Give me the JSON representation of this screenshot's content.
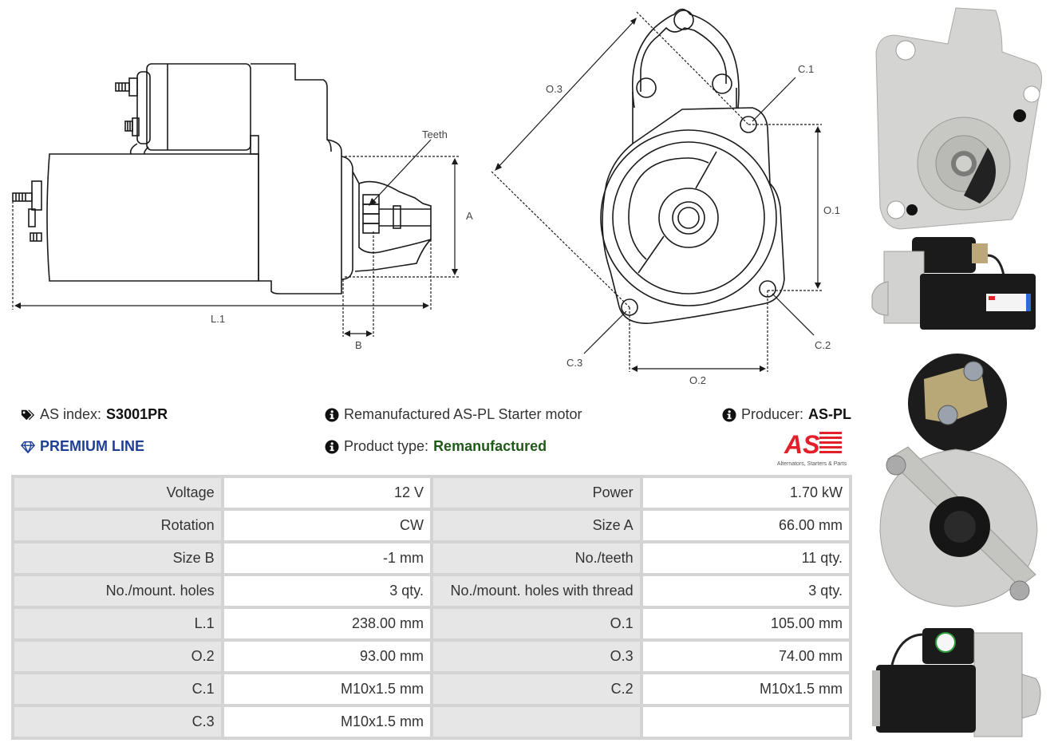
{
  "drawing": {
    "labels": {
      "teeth": "Teeth",
      "a": "A",
      "b": "B",
      "l1": "L.1",
      "o1": "O.1",
      "o2": "O.2",
      "o3": "O.3",
      "c1": "C.1",
      "c2": "C.2",
      "c3": "C.3"
    }
  },
  "header": {
    "as_index_label": "AS index:",
    "as_index_value": "S3001PR",
    "premium_line": "PREMIUM LINE",
    "description": "Remanufactured AS-PL Starter motor",
    "product_type_label": "Product type:",
    "product_type_value": "Remanufactured",
    "producer_label": "Producer:",
    "producer_value": "AS-PL",
    "logo_text": "AS",
    "logo_tagline": "Alternators, Starters & Parts"
  },
  "specs": {
    "rows": [
      {
        "k1": "Voltage",
        "v1": "12 V",
        "k2": "Power",
        "v2": "1.70 kW"
      },
      {
        "k1": "Rotation",
        "v1": "CW",
        "k2": "Size A",
        "v2": "66.00 mm"
      },
      {
        "k1": "Size B",
        "v1": "-1 mm",
        "k2": "No./teeth",
        "v2": "11 qty."
      },
      {
        "k1": "No./mount. holes",
        "v1": "3 qty.",
        "k2": "No./mount. holes with thread",
        "v2": "3 qty."
      },
      {
        "k1": "L.1",
        "v1": "238.00 mm",
        "k2": "O.1",
        "v2": "105.00 mm"
      },
      {
        "k1": "O.2",
        "v1": "93.00 mm",
        "k2": "O.3",
        "v2": "74.00 mm"
      },
      {
        "k1": "C.1",
        "v1": "M10x1.5 mm",
        "k2": "C.2",
        "v2": "M10x1.5 mm"
      },
      {
        "k1": "C.3",
        "v1": "M10x1.5 mm",
        "k2": "",
        "v2": ""
      }
    ]
  },
  "colors": {
    "premium": "#1f3f96",
    "product_type": "#1f5a19",
    "logo_red": "#e3202a",
    "table_key_bg": "#e6e6e6",
    "table_border": "#d4d4d4"
  }
}
